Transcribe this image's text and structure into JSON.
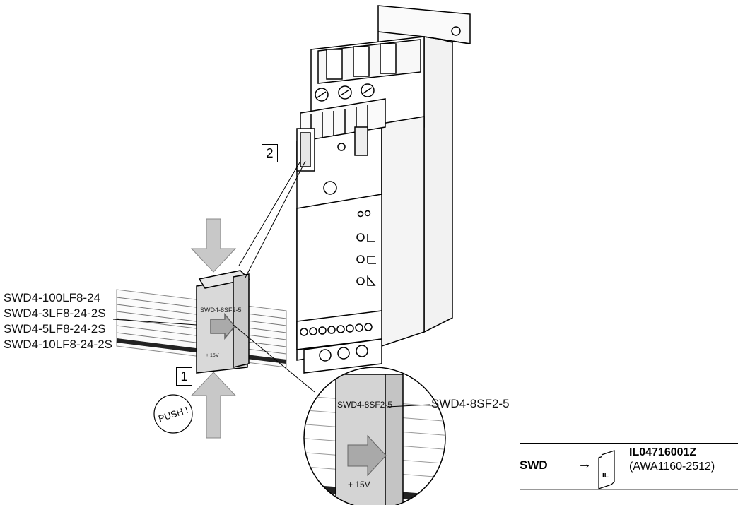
{
  "cable_labels": [
    "SWD4-100LF8-24",
    "SWD4-3LF8-24-2S",
    "SWD4-5LF8-24-2S",
    "SWD4-10LF8-24-2S"
  ],
  "connector_label": "SWD4-8SF2-5",
  "connector_print": "SWD4-8SF2-5",
  "connector_voltage": "+ 15V",
  "step_markers": [
    "1",
    "2"
  ],
  "push_label": "PUSH !",
  "reference": {
    "abbr": "SWD",
    "arrow": "→",
    "book_label": "IL",
    "code": "IL04716001Z",
    "doc": "(AWA1160-2512)"
  }
}
